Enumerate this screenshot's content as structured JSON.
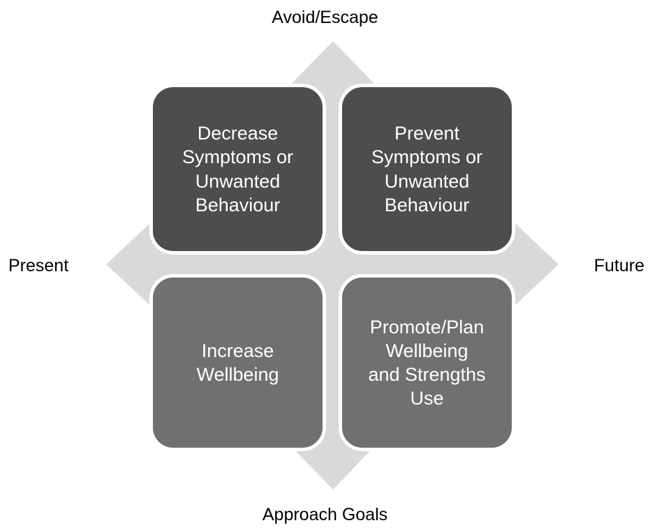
{
  "diagram": {
    "title": "Avoid/Escape vs Approach Goals by Present/Future time frame",
    "type": "2x2-quadrant-matrix-with-four-way-arrow",
    "colors": {
      "arrow": "#d9d9d9",
      "avoid_box": "#4d4d4d",
      "approach_box": "#707070",
      "box_border": "#ffffff",
      "label_text": "#000000",
      "box_text": "#ffffff",
      "background": "#ffffff"
    },
    "axes": {
      "vertical": {
        "top_label": "Avoid/Escape",
        "bottom_label": "Approach Goals"
      },
      "horizontal": {
        "left_label": "Present",
        "right_label": "Future"
      }
    },
    "quadrants": [
      {
        "id": "decrease",
        "position": "top-left",
        "vertical_axis": "Avoid/Escape",
        "horizontal_axis": "Present",
        "lines": [
          "Decrease",
          "Symptoms or",
          "Unwanted",
          "Behaviour"
        ],
        "text": "Decrease Symptoms or Unwanted Behaviour"
      },
      {
        "id": "prevent",
        "position": "top-right",
        "vertical_axis": "Avoid/Escape",
        "horizontal_axis": "Future",
        "lines": [
          "Prevent",
          "Symptoms or",
          "Unwanted",
          "Behaviour"
        ],
        "text": "Prevent Symptoms or Unwanted Behaviour"
      },
      {
        "id": "increase",
        "position": "bottom-left",
        "vertical_axis": "Approach Goals",
        "horizontal_axis": "Present",
        "lines": [
          "Increase",
          "Wellbeing"
        ],
        "text": "Increase Wellbeing"
      },
      {
        "id": "promote",
        "position": "bottom-right",
        "vertical_axis": "Approach Goals",
        "horizontal_axis": "Future",
        "lines": [
          "Promote/Plan",
          "Wellbeing",
          "and Strengths",
          "Use"
        ],
        "text": "Promote/Plan Wellbeing and Strengths Use"
      }
    ]
  }
}
